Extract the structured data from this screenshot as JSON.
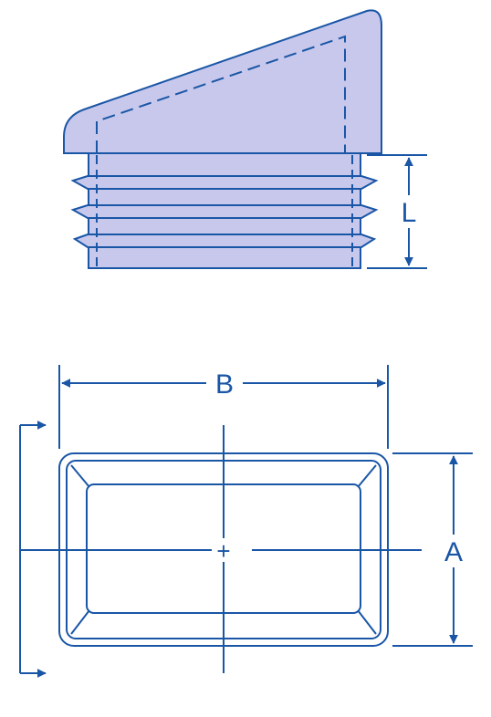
{
  "diagram": {
    "labels": {
      "length": "L",
      "width": "B",
      "height": "A",
      "center_mark": "+"
    },
    "colors": {
      "line": "#1a56a6",
      "fill": "#c8c8ec",
      "background": "#ffffff"
    }
  }
}
